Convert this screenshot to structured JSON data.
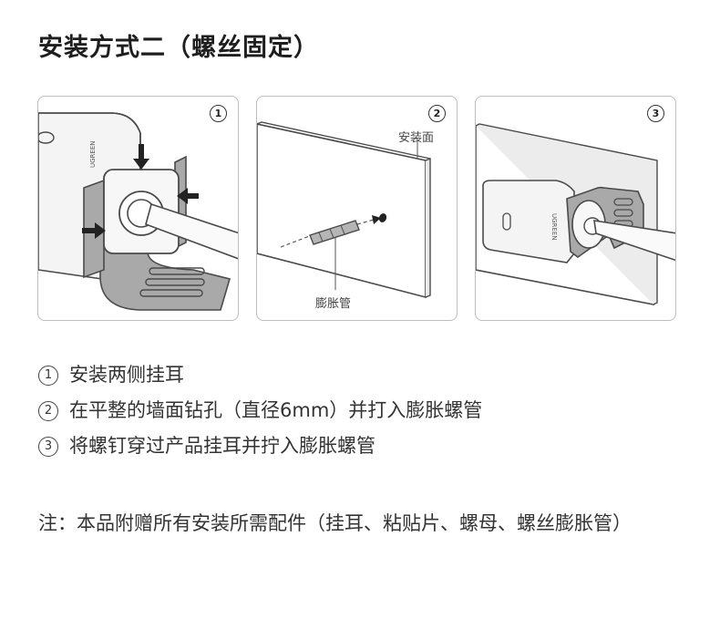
{
  "title": "安装方式二（螺丝固定）",
  "panels": [
    {
      "badge": "1"
    },
    {
      "badge": "2",
      "label_surface": "安装面",
      "label_anchor": "膨胀管"
    },
    {
      "badge": "3"
    }
  ],
  "brand_text": "UGREEN",
  "steps": [
    {
      "num": "1",
      "text": "安装两侧挂耳"
    },
    {
      "num": "2",
      "text": "在平整的墙面钻孔（直径6mm）并打入膨胀螺管"
    },
    {
      "num": "3",
      "text": "将螺钉穿过产品挂耳并拧入膨胀螺管"
    }
  ],
  "note": "注：本品附赠所有安装所需配件（挂耳、粘贴片、螺母、螺丝膨胀管）",
  "colors": {
    "bracket": "#a9a9a9",
    "outline": "#4a4a4a",
    "panel_border": "#bdbdbd"
  }
}
